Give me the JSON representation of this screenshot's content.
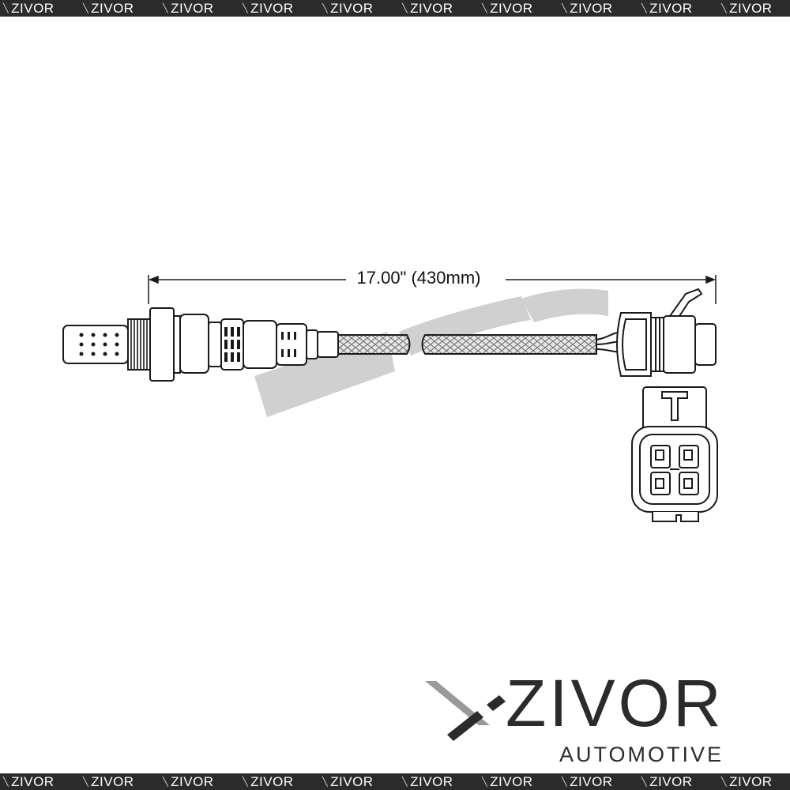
{
  "watermark": {
    "text": "ZIVOR",
    "repeat": 10
  },
  "dimension": {
    "label": "17.00\" (430mm)"
  },
  "brand": {
    "name": "ZIVOR",
    "tagline": "AUTOMOTIVE"
  },
  "colors": {
    "line": "#1a1a1a",
    "strip": "#2b2b2b",
    "ghost": "#c8c8c8",
    "braid": "#9a9a9a"
  },
  "icons": [
    "x-mark-icon"
  ]
}
